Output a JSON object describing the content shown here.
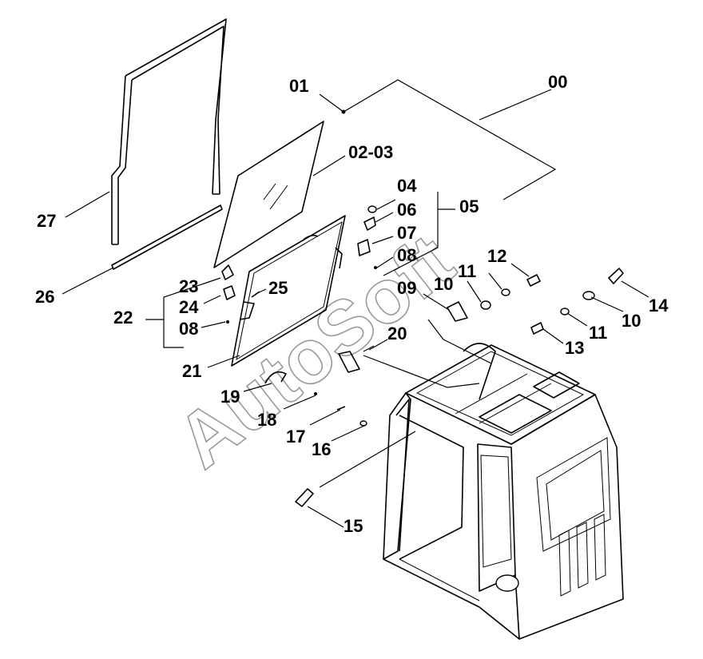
{
  "watermark": "AutoSoft",
  "callouts": [
    {
      "id": "c00",
      "text": "00"
    },
    {
      "id": "c01",
      "text": "01"
    },
    {
      "id": "c0203",
      "text": "02-03"
    },
    {
      "id": "c04",
      "text": "04"
    },
    {
      "id": "c05",
      "text": "05"
    },
    {
      "id": "c06",
      "text": "06"
    },
    {
      "id": "c07",
      "text": "07"
    },
    {
      "id": "c08a",
      "text": "08"
    },
    {
      "id": "c09",
      "text": "09"
    },
    {
      "id": "c10a",
      "text": "10"
    },
    {
      "id": "c11a",
      "text": "11"
    },
    {
      "id": "c12",
      "text": "12"
    },
    {
      "id": "c13",
      "text": "13"
    },
    {
      "id": "c14",
      "text": "14"
    },
    {
      "id": "c10b",
      "text": "10"
    },
    {
      "id": "c11b",
      "text": "11"
    },
    {
      "id": "c15",
      "text": "15"
    },
    {
      "id": "c16",
      "text": "16"
    },
    {
      "id": "c17",
      "text": "17"
    },
    {
      "id": "c18",
      "text": "18"
    },
    {
      "id": "c19",
      "text": "19"
    },
    {
      "id": "c20",
      "text": "20"
    },
    {
      "id": "c21",
      "text": "21"
    },
    {
      "id": "c22",
      "text": "22"
    },
    {
      "id": "c23",
      "text": "23"
    },
    {
      "id": "c24",
      "text": "24"
    },
    {
      "id": "c08b",
      "text": "08"
    },
    {
      "id": "c25",
      "text": "25"
    },
    {
      "id": "c26",
      "text": "26"
    },
    {
      "id": "c27",
      "text": "27"
    }
  ]
}
